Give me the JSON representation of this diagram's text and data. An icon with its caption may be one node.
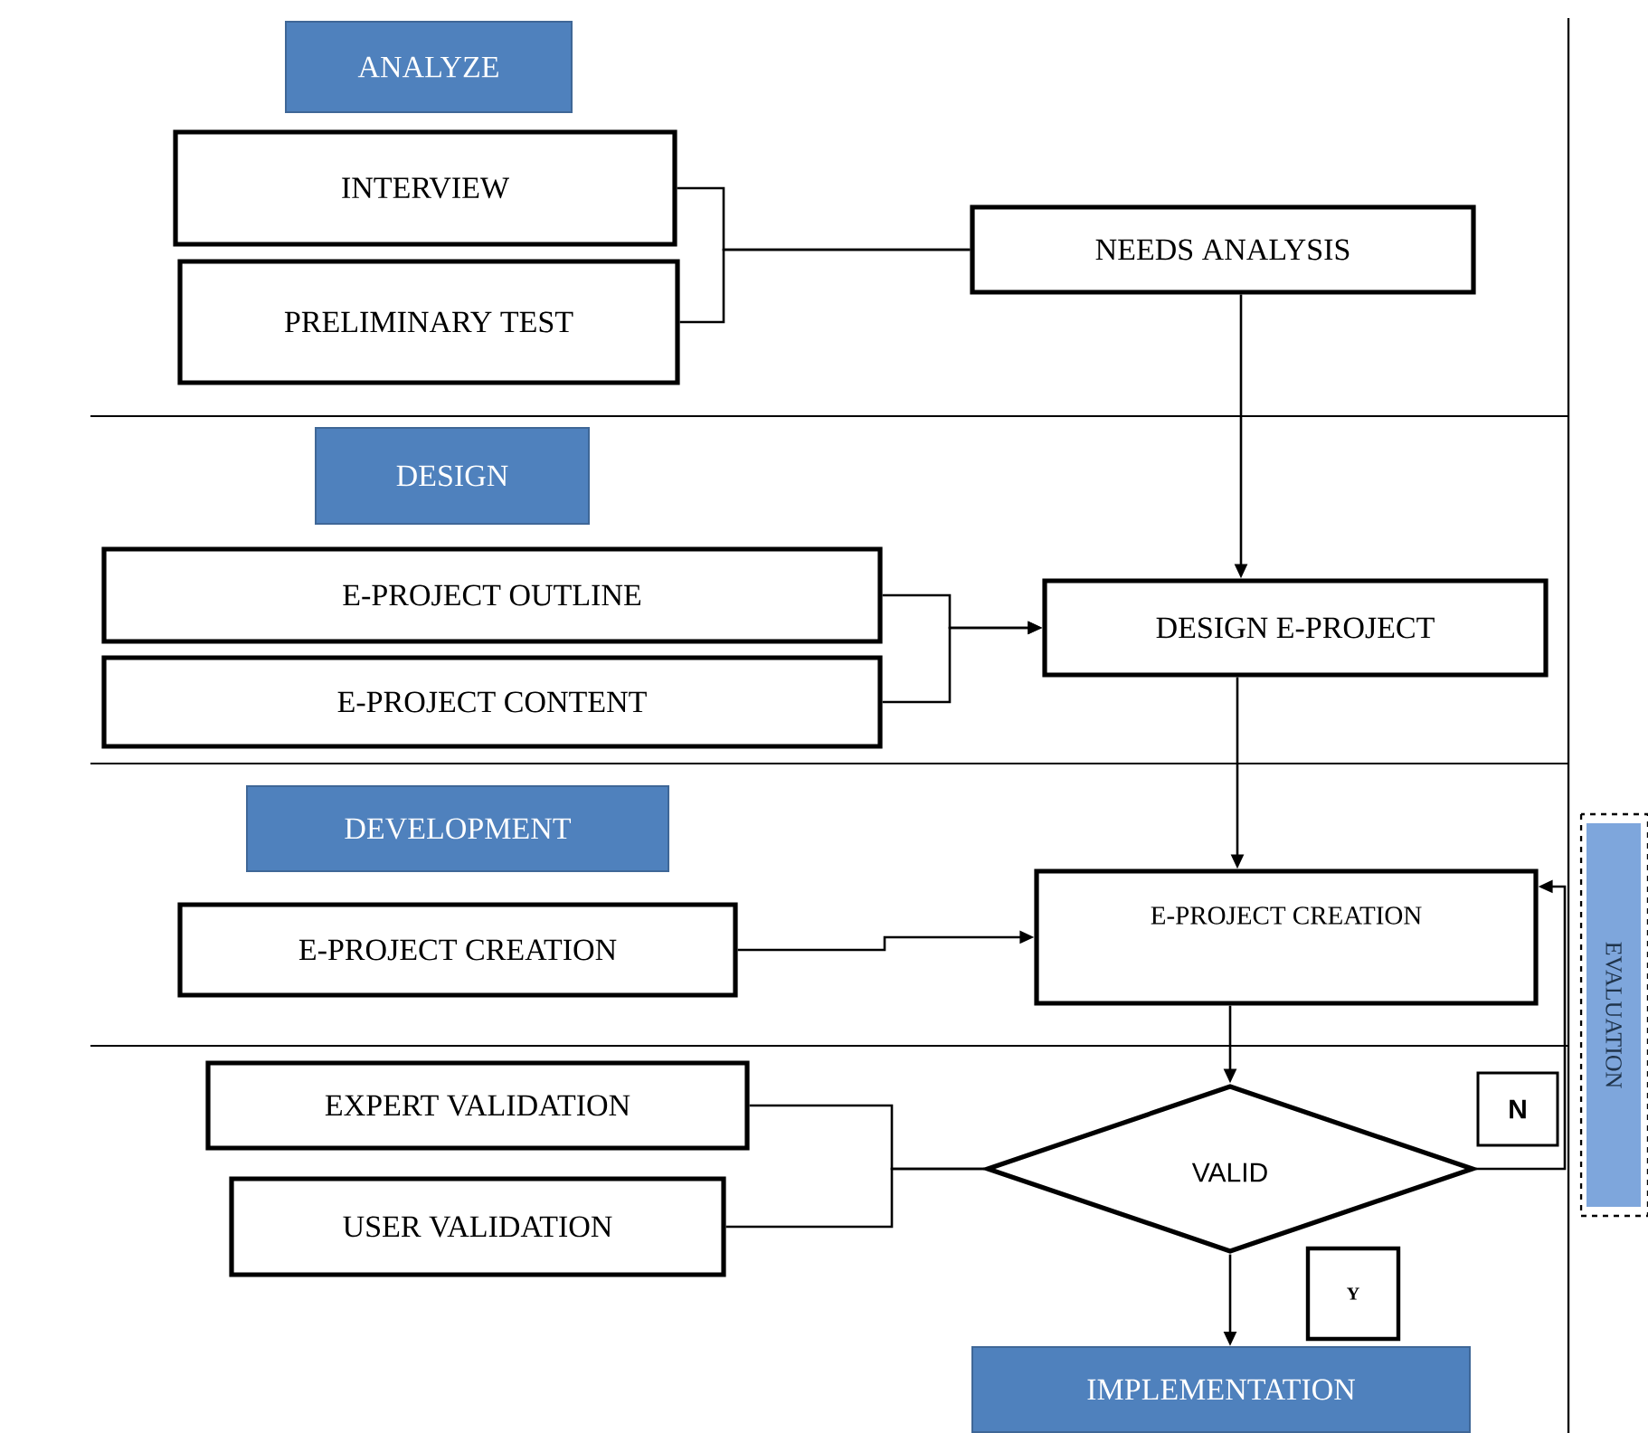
{
  "diagram": {
    "nodes": [
      {
        "text": [
          "ANALYZE"
        ]
      },
      {
        "text": [
          "INTERVIEW"
        ]
      },
      {
        "text": [
          "PRELIMINARY TEST"
        ]
      },
      {
        "text": [
          "NEEDS ANALYSIS"
        ]
      },
      {
        "text": [
          "DESIGN"
        ]
      },
      {
        "text": [
          "E-PROJECT OUTLINE"
        ]
      },
      {
        "text": [
          "E-PROJECT CONTENT"
        ]
      },
      {
        "text": [
          "DESIGN E-PROJECT"
        ]
      },
      {
        "text": [
          "DEVELOPMENT"
        ]
      },
      {
        "text": [
          "E-PROJECT CREATION"
        ]
      },
      {
        "text": [
          "E-PROJECT CREATION"
        ]
      },
      {
        "text": [
          "EXPERT VALIDATION"
        ]
      },
      {
        "text": [
          "USER VALIDATION"
        ]
      },
      {
        "text": [
          "VALID"
        ]
      },
      {
        "text": [
          "N"
        ]
      },
      {
        "text": [
          "Y"
        ]
      },
      {
        "text": [
          "IMPLEMENTATION"
        ]
      },
      {
        "text": [
          "EVALUATION"
        ]
      }
    ],
    "edges": [
      {
        "from": 1,
        "to": 3,
        "arrow": "none"
      },
      {
        "from": 2,
        "to": 3,
        "arrow": "none"
      },
      {
        "from": 3,
        "to": 7,
        "arrow": "to"
      },
      {
        "from": 5,
        "to": 7,
        "arrow": "to"
      },
      {
        "from": 6,
        "to": 7,
        "arrow": "to"
      },
      {
        "from": 7,
        "to": 10,
        "arrow": "to"
      },
      {
        "from": 9,
        "to": 10,
        "arrow": "to"
      },
      {
        "from": 10,
        "to": 13,
        "arrow": "to"
      },
      {
        "from": 11,
        "to": 13,
        "arrow": "none"
      },
      {
        "from": 12,
        "to": 13,
        "arrow": "none"
      },
      {
        "from": 13,
        "to": 16,
        "arrow": "to"
      },
      {
        "from": 13,
        "to": 10,
        "arrow": "to"
      }
    ]
  }
}
